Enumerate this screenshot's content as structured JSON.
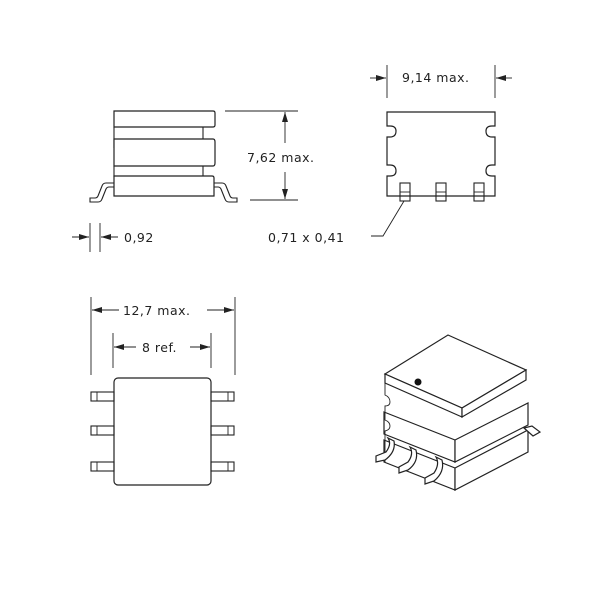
{
  "drawing": {
    "side_view": {
      "height_label": "7,62 max.",
      "lead_width_label": "0,92"
    },
    "end_view": {
      "width_label": "9,14 max.",
      "pad_label": "0,71 x 0,41"
    },
    "top_view": {
      "overall_width_label": "12,7 max.",
      "body_width_label": "8 ref."
    },
    "isometric_view": {
      "pin1_marker": "dot"
    }
  }
}
